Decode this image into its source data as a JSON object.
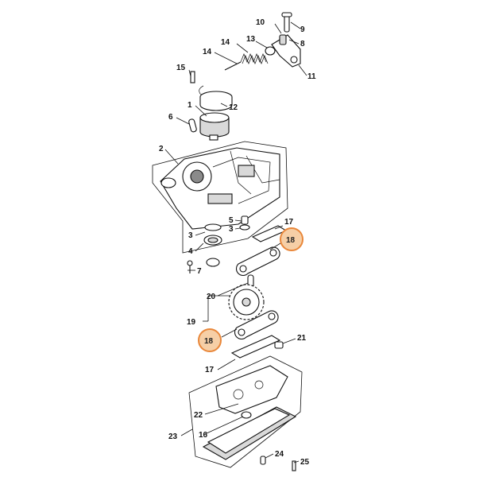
{
  "diagram": {
    "callouts": [
      {
        "id": "p1",
        "label": "1"
      },
      {
        "id": "p2",
        "label": "2"
      },
      {
        "id": "p3a",
        "label": "3"
      },
      {
        "id": "p3b",
        "label": "3"
      },
      {
        "id": "p4",
        "label": "4"
      },
      {
        "id": "p5",
        "label": "5"
      },
      {
        "id": "p6",
        "label": "6"
      },
      {
        "id": "p7",
        "label": "7"
      },
      {
        "id": "p8",
        "label": "8"
      },
      {
        "id": "p9",
        "label": "9"
      },
      {
        "id": "p10",
        "label": "10"
      },
      {
        "id": "p11",
        "label": "11"
      },
      {
        "id": "p12",
        "label": "12"
      },
      {
        "id": "p13",
        "label": "13"
      },
      {
        "id": "p14a",
        "label": "14"
      },
      {
        "id": "p14b",
        "label": "14"
      },
      {
        "id": "p15",
        "label": "15"
      },
      {
        "id": "p16",
        "label": "16"
      },
      {
        "id": "p17a",
        "label": "17"
      },
      {
        "id": "p17b",
        "label": "17"
      },
      {
        "id": "p18a",
        "label": "18",
        "highlighted": true
      },
      {
        "id": "p18b",
        "label": "18",
        "highlighted": true
      },
      {
        "id": "p19",
        "label": "19"
      },
      {
        "id": "p20",
        "label": "20"
      },
      {
        "id": "p21",
        "label": "21"
      },
      {
        "id": "p22",
        "label": "22"
      },
      {
        "id": "p23",
        "label": "23"
      },
      {
        "id": "p24",
        "label": "24"
      },
      {
        "id": "p25",
        "label": "25"
      }
    ],
    "highlight_color": "#f6cfa6",
    "highlight_border": "#e9873a"
  }
}
